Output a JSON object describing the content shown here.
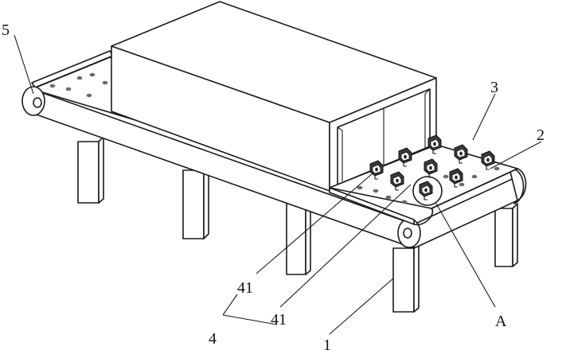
{
  "figure": {
    "labels": [
      {
        "id": "label-5",
        "text": "5"
      },
      {
        "id": "label-3",
        "text": "3"
      },
      {
        "id": "label-2",
        "text": "2"
      },
      {
        "id": "label-41a",
        "text": "41"
      },
      {
        "id": "label-41b",
        "text": "41"
      },
      {
        "id": "label-4",
        "text": "4"
      },
      {
        "id": "label-1",
        "text": "1"
      },
      {
        "id": "label-A",
        "text": "A"
      }
    ]
  }
}
